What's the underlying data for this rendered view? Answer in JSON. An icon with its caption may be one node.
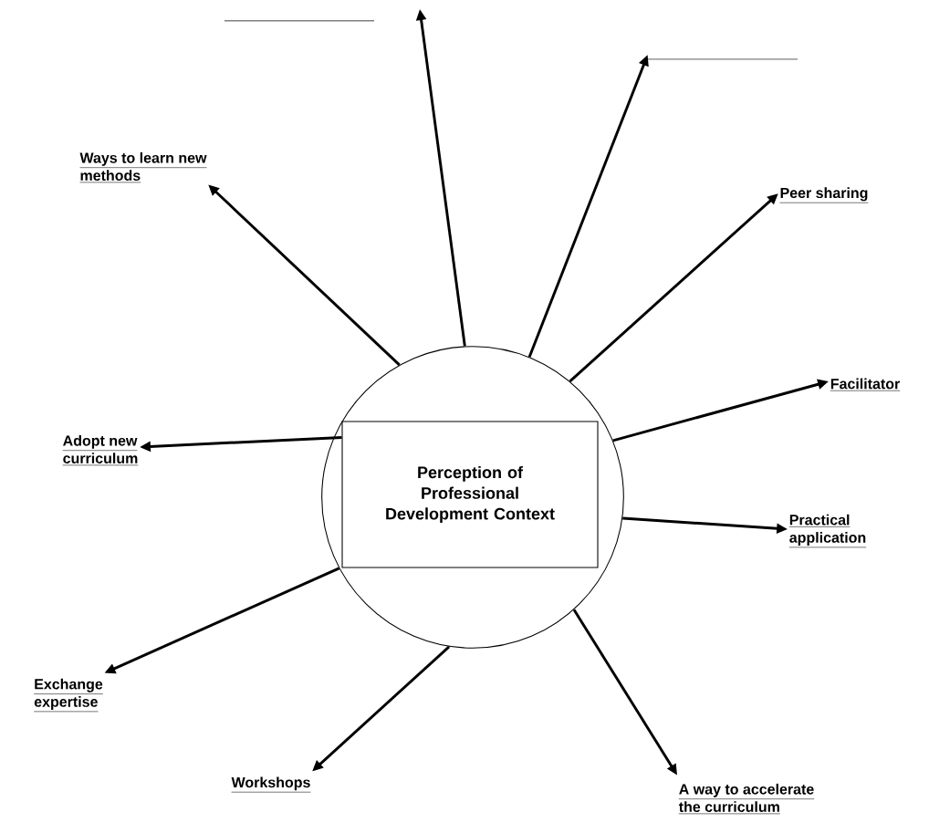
{
  "diagram": {
    "nodes": [
      {
        "text": [],
        "shape": "circle"
      },
      {
        "text": [
          "Perception of Professional Development Context"
        ],
        "in": 0
      },
      {
        "text": [],
        "shape": "line"
      },
      {
        "text": [],
        "shape": "line"
      },
      {
        "text": [
          "Ways to learn new methods"
        ]
      },
      {
        "text": [
          "Peer sharing"
        ]
      },
      {
        "text": [
          "Facilitator"
        ]
      },
      {
        "text": [
          "Adopt new curriculum"
        ]
      },
      {
        "text": [
          "Practical application"
        ]
      },
      {
        "text": [
          "Exchange expertise"
        ]
      },
      {
        "text": [
          "A way to accelerate the curriculum"
        ]
      },
      {
        "text": [
          "Workshops"
        ]
      }
    ],
    "edges": [
      {
        "from": 0,
        "to": null,
        "arrow": "to"
      },
      {
        "from": 0,
        "to": 3,
        "arrow": "to"
      },
      {
        "from": 0,
        "to": 4,
        "arrow": "to"
      },
      {
        "from": 0,
        "to": 5,
        "arrow": "to"
      },
      {
        "from": 0,
        "to": 6,
        "arrow": "to"
      },
      {
        "from": 1,
        "to": 7,
        "arrow": "to"
      },
      {
        "from": 0,
        "to": 8,
        "arrow": "to"
      },
      {
        "from": 0,
        "to": 9,
        "arrow": "to"
      },
      {
        "from": 0,
        "to": 10,
        "arrow": "to"
      },
      {
        "from": 0,
        "to": 11,
        "arrow": "to"
      }
    ]
  }
}
